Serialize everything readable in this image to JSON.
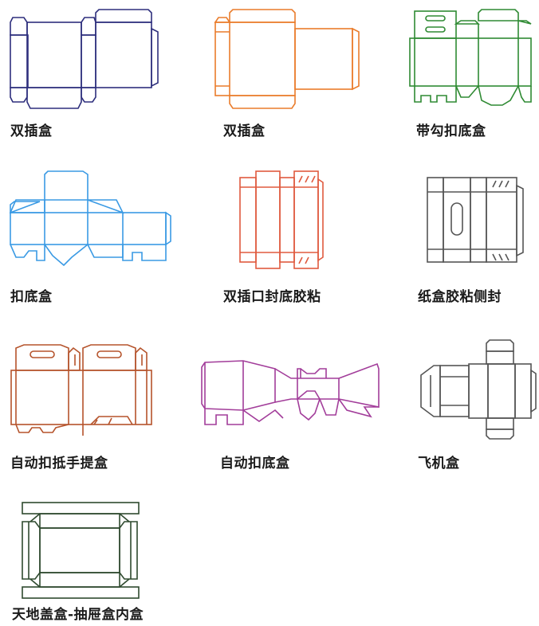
{
  "items": [
    {
      "label": "双插盒",
      "color": "#2e2f7d"
    },
    {
      "label": "双插盒",
      "color": "#ea7c2b"
    },
    {
      "label": "带勾扣底盒",
      "color": "#2f8a33"
    },
    {
      "label": "扣底盒",
      "color": "#3a9ae4"
    },
    {
      "label": "双插口封底胶粘",
      "color": "#e05a3f"
    },
    {
      "label": "纸盒胶粘侧封",
      "color": "#555555"
    },
    {
      "label": "自动扣抵手提盒",
      "color": "#b5532b"
    },
    {
      "label": "自动扣底盒",
      "color": "#a23d9a"
    },
    {
      "label": "飞机盒",
      "color": "#555555"
    },
    {
      "label": "天地盖盒-抽屉盒内盒",
      "color": "#2f4a2f"
    }
  ]
}
